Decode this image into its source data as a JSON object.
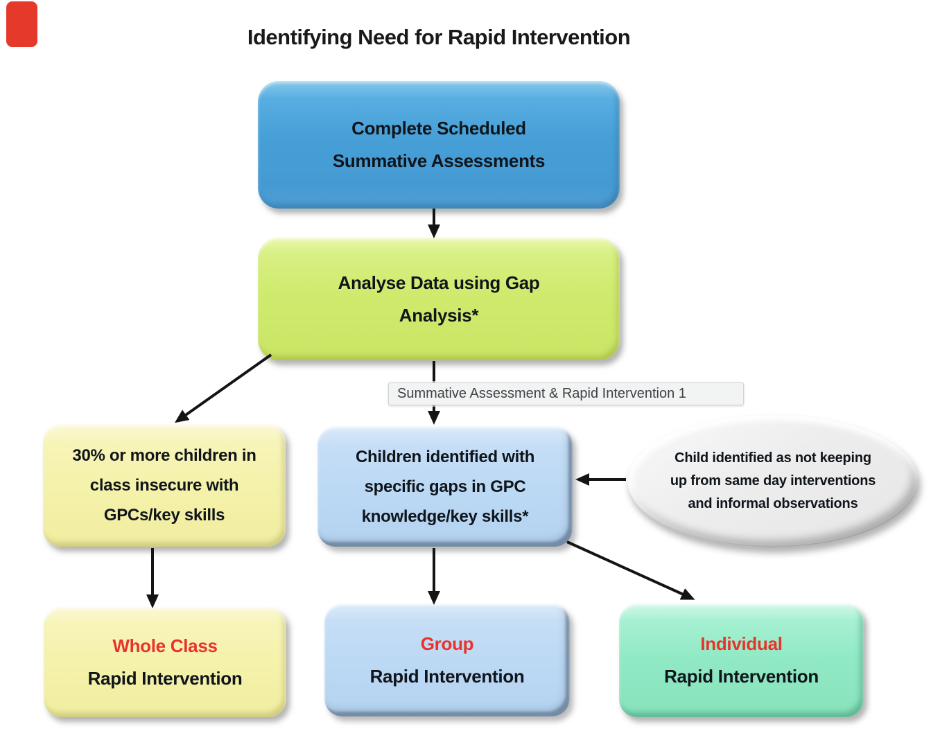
{
  "page": {
    "title": "Identifying Need for Rapid Intervention"
  },
  "viewer": {
    "tooltip_text": "Summative Assessment & Rapid Intervention 1",
    "corner_marker_color": "#e53a2b"
  },
  "flowchart": {
    "red_accent": "#e8332c",
    "arrow_color": "#141414",
    "nodes": {
      "complete": {
        "label": "Complete Scheduled\nSummative Assessments",
        "fill": "#479fd7",
        "shape": "rounded-rectangle"
      },
      "analyse": {
        "label": "Analyse Data using Gap\nAnalysis*",
        "fill": "#cfeb6e",
        "shape": "rounded-rectangle"
      },
      "class30": {
        "label": "30% or more children in\nclass insecure with\nGPCs/key skills",
        "fill": "#f5f2ab",
        "shape": "rounded-rectangle"
      },
      "gaps": {
        "label": "Children identified with\nspecific gaps in GPC\nknowledge/key skills*",
        "fill": "#bcd9f4",
        "shape": "rounded-rectangle"
      },
      "same_day": {
        "label": "Child identified as not keeping\nup from same day interventions\nand informal observations",
        "fill": "#ececec",
        "shape": "ellipse"
      },
      "whole_class": {
        "highlight": "Whole Class",
        "label": "Rapid Intervention",
        "fill": "#f5f2ab"
      },
      "group": {
        "highlight": "Group",
        "label": "Rapid Intervention",
        "fill": "#bcd9f4"
      },
      "individual": {
        "highlight": "Individual",
        "label": "Rapid Intervention",
        "fill": "#90e9c4"
      }
    }
  }
}
